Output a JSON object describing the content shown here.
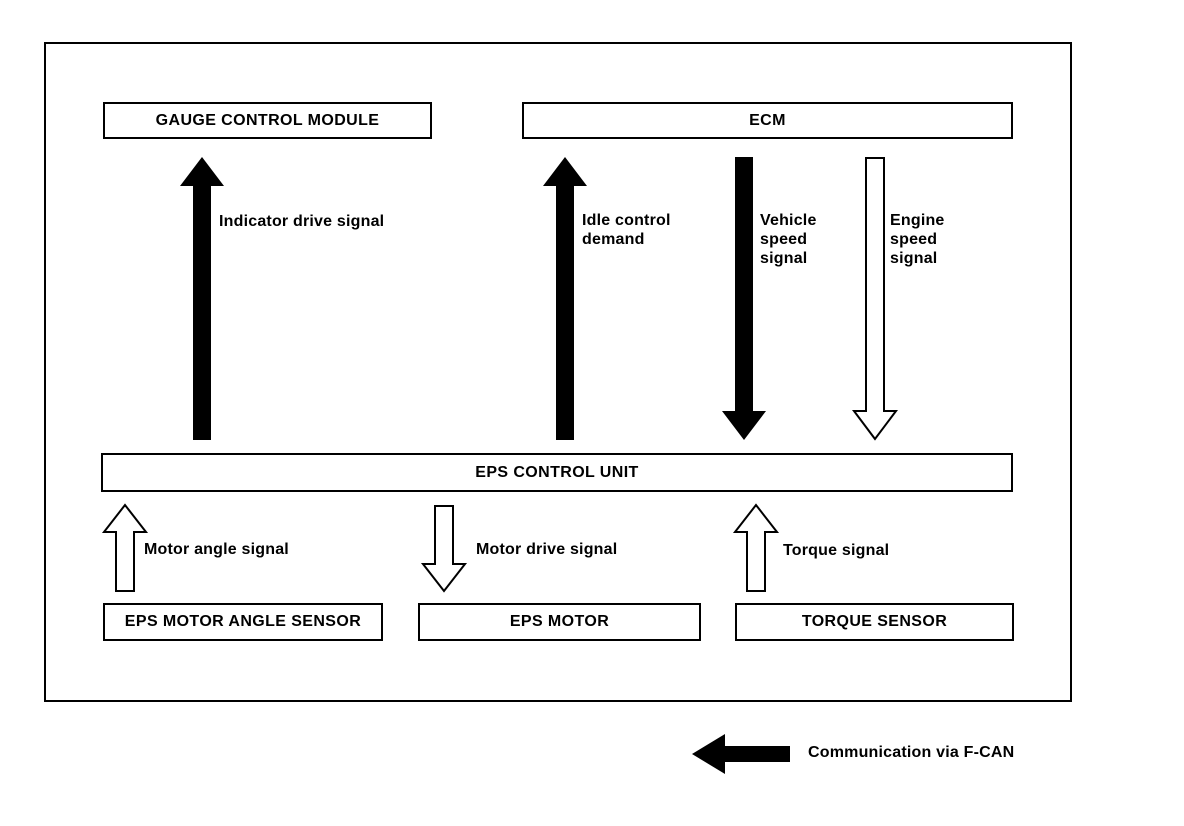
{
  "diagram": {
    "boxes": [
      {
        "label": "GAUGE CONTROL MODULE"
      },
      {
        "label": "ECM"
      },
      {
        "label": "EPS CONTROL UNIT"
      },
      {
        "label": "EPS MOTOR ANGLE SENSOR"
      },
      {
        "label": "EPS MOTOR"
      },
      {
        "label": "TORQUE SENSOR"
      }
    ],
    "signals": [
      {
        "label": "Indicator drive signal",
        "from": "EPS CONTROL UNIT",
        "to": "GAUGE CONTROL MODULE",
        "direction": "up",
        "arrow_style": "solid"
      },
      {
        "label": "Idle control demand",
        "from": "EPS CONTROL UNIT",
        "to": "ECM",
        "direction": "up",
        "arrow_style": "solid"
      },
      {
        "label": "Vehicle speed signal",
        "from": "ECM",
        "to": "EPS CONTROL UNIT",
        "direction": "down",
        "arrow_style": "solid"
      },
      {
        "label": "Engine speed signal",
        "from": "ECM",
        "to": "EPS CONTROL UNIT",
        "direction": "down",
        "arrow_style": "outline"
      },
      {
        "label": "Motor angle signal",
        "from": "EPS MOTOR ANGLE SENSOR",
        "to": "EPS CONTROL UNIT",
        "direction": "up",
        "arrow_style": "outline"
      },
      {
        "label": "Motor drive signal",
        "from": "EPS CONTROL UNIT",
        "to": "EPS MOTOR",
        "direction": "down",
        "arrow_style": "outline"
      },
      {
        "label": "Torque signal",
        "from": "TORQUE SENSOR",
        "to": "EPS CONTROL UNIT",
        "direction": "up",
        "arrow_style": "outline"
      }
    ],
    "legend": {
      "label": "Communication via F-CAN",
      "arrow_style": "solid",
      "arrow_direction": "left"
    },
    "colors": {
      "line": "#000000",
      "background": "#ffffff"
    }
  }
}
